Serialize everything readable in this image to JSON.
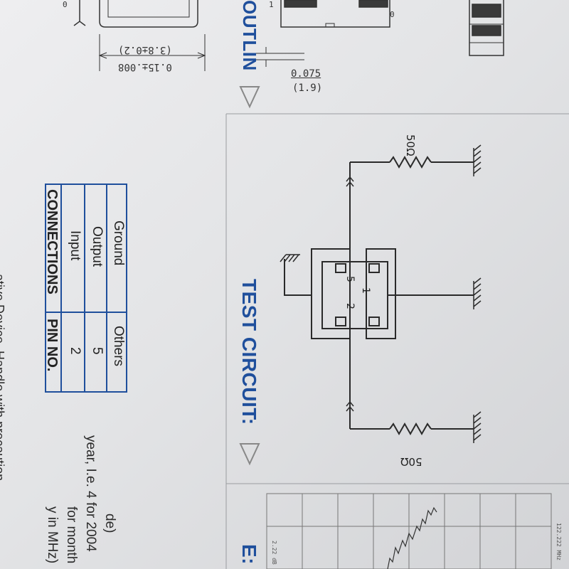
{
  "handling_note": "ative Device. Handle with precaution.",
  "part_marking_fragments": [
    "y in MHz)",
    "for month",
    "year, I.e. 4 for 2004",
    "de)"
  ],
  "response_heading_fragment": "E:",
  "pin_table": {
    "headers": [
      "PIN NO.",
      "CONNECTIONS"
    ],
    "rows": [
      {
        "pin": "2",
        "connection": "Input"
      },
      {
        "pin": "5",
        "connection": "Output"
      },
      {
        "pin": "Others",
        "connection": "Ground"
      }
    ]
  },
  "test_circuit": {
    "heading": "TEST CIRCUIT:",
    "resistor_top": "50Ω",
    "resistor_bottom": "50Ω",
    "pin_labels": [
      "2",
      "5",
      "1"
    ]
  },
  "outline": {
    "heading": "OUTLIN",
    "dim_width_in": "0.15±.008",
    "dim_width_mm": "(3.8±0.2)",
    "dim_height_in": "0.075",
    "dim_height_mm": "(1.9)",
    "edge_fragments": [
      "0",
      "1",
      "0"
    ]
  },
  "response_plot": {
    "ref_level": "2.22 dB",
    "freq_label": "122.222 MHz"
  },
  "colors": {
    "heading_blue": "#1f4f9c",
    "page": "#e6e7e9",
    "ink": "#2b2b2b"
  }
}
